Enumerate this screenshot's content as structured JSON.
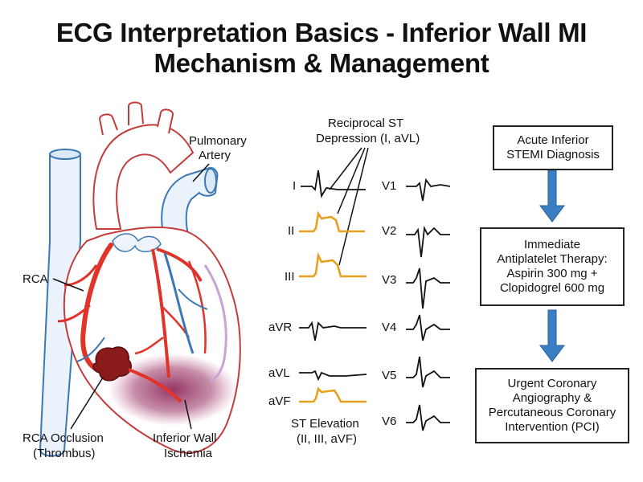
{
  "title": {
    "line1": "ECG Interpretation Basics - Inferior Wall MI",
    "line2": "Mechanism & Management"
  },
  "heart": {
    "pulmonary_artery": [
      "Pulmonary",
      "Artery"
    ],
    "rca": "RCA",
    "occlusion": [
      "RCA Occlusion",
      "(Thrombus)"
    ],
    "ischemia": [
      "Inferior Wall",
      "Ischemia"
    ]
  },
  "ecg": {
    "reciprocal_note": [
      "Reciprocal ST",
      "Depression (I, aVL)"
    ],
    "elevation_note": [
      "ST Elevation",
      "(II, III, aVF)"
    ],
    "limb_leads": [
      "I",
      "II",
      "III",
      "aVR",
      "aVL",
      "aVF"
    ],
    "precordial_leads": [
      "V1",
      "V2",
      "V3",
      "V4",
      "V5",
      "V6"
    ]
  },
  "flow": {
    "step1": [
      "Acute Inferior",
      "STEMI Diagnosis"
    ],
    "step2": [
      "Immediate",
      "Antiplatelet Therapy:",
      "Aspirin 300 mg +",
      "Clopidogrel 600 mg"
    ],
    "step3": [
      "Urgent Coronary",
      "Angiography &",
      "Percutaneous Coronary",
      "Intervention (PCI)"
    ]
  },
  "colors": {
    "artery_red": "#e0332a",
    "vein_blue": "#3c78b4",
    "thrombus": "#8b1a1a",
    "ischemia": "#8e2a5a",
    "st_elevation_orange": "#e8a020",
    "flow_arrow_blue": "#3a7fc4"
  }
}
